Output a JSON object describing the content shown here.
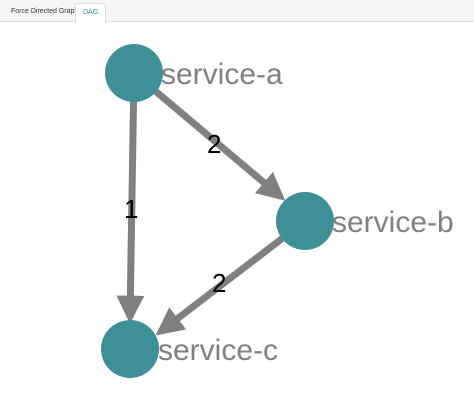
{
  "tabs": [
    {
      "label": "Force Directed Graph",
      "active": false
    },
    {
      "label": "DAG",
      "active": true
    }
  ],
  "graph": {
    "colors": {
      "node": "#3e8f96",
      "edge": "#808080"
    },
    "nodes": [
      {
        "id": "a",
        "label": "service-a"
      },
      {
        "id": "b",
        "label": "service-b"
      },
      {
        "id": "c",
        "label": "service-c"
      }
    ],
    "edges": [
      {
        "from": "a",
        "to": "b",
        "label": "2"
      },
      {
        "from": "a",
        "to": "c",
        "label": "1"
      },
      {
        "from": "b",
        "to": "c",
        "label": "2"
      }
    ]
  }
}
